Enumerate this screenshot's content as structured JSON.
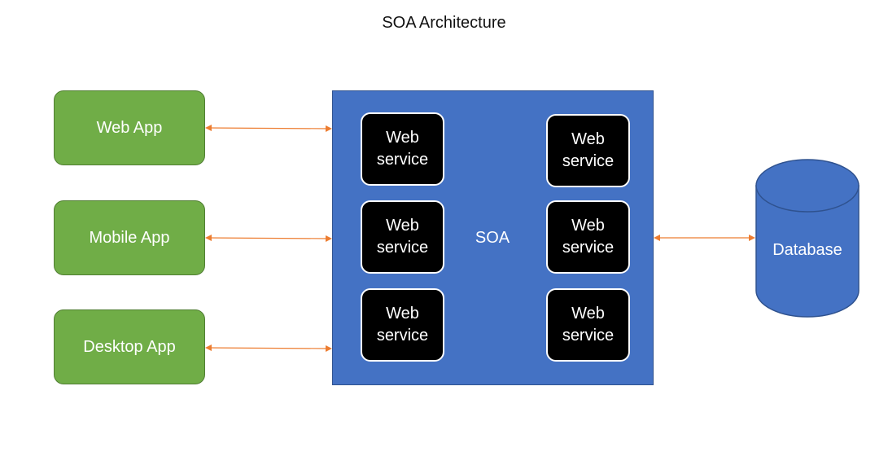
{
  "title": "SOA Architecture",
  "clients": [
    {
      "label": "Web App"
    },
    {
      "label": "Mobile App"
    },
    {
      "label": "Desktop App"
    }
  ],
  "soa": {
    "label": "SOA",
    "services": [
      {
        "label": "Web\nservice"
      },
      {
        "label": "Web\nservice"
      },
      {
        "label": "Web\nservice"
      },
      {
        "label": "Web\nservice"
      },
      {
        "label": "Web\nservice"
      },
      {
        "label": "Web\nservice"
      }
    ]
  },
  "database": {
    "label": "Database"
  },
  "colors": {
    "client_fill": "#70ad47",
    "soa_fill": "#4472c4",
    "service_fill": "#000000",
    "database_fill": "#4472c4",
    "connector": "#ed7d31"
  }
}
